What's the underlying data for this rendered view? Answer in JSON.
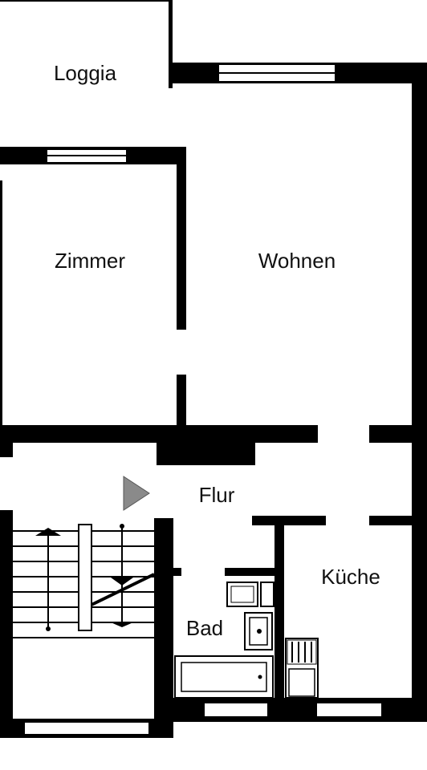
{
  "plan": {
    "rooms": {
      "loggia": "Loggia",
      "zimmer": "Zimmer",
      "wohnen": "Wohnen",
      "flur": "Flur",
      "kueche": "Küche",
      "bad": "Bad"
    },
    "colors": {
      "wall": "#000000",
      "background": "#ffffff",
      "entry_arrow": "#8a8a8a"
    },
    "icons": [
      "entry-arrow-icon",
      "stair-direction-arrow-icon",
      "bathtub-icon",
      "sink-icon",
      "toilet-icon",
      "stove-icon"
    ]
  }
}
